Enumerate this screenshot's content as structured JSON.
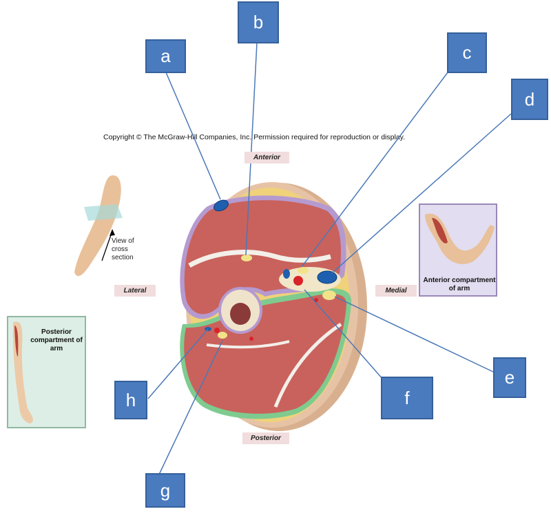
{
  "copyright": "Copyright © The McGraw-Hill Companies, Inc. Permission required for reproduction or display.",
  "orientation": {
    "anterior": "Anterior",
    "posterior": "Posterior",
    "lateral": "Lateral",
    "medial": "Medial"
  },
  "view_note": "View of cross section",
  "insets": {
    "anterior": "Anterior compartment of arm",
    "posterior": "Posterior compartment of arm"
  },
  "labels": [
    "a",
    "b",
    "c",
    "d",
    "e",
    "f",
    "g",
    "h"
  ],
  "colors": {
    "label_fill": "#4a7bbf",
    "label_border": "#35609a",
    "leader_line": "#4a78b8",
    "muscle": "#c9625c",
    "fat": "#efd27a",
    "skin": "#e7c3a6",
    "anterior_fascia": "#b59ad0",
    "posterior_fascia": "#7fcb8f",
    "vein": "#1f5fb0",
    "artery": "#d8232a",
    "nerve": "#f2e38a"
  }
}
